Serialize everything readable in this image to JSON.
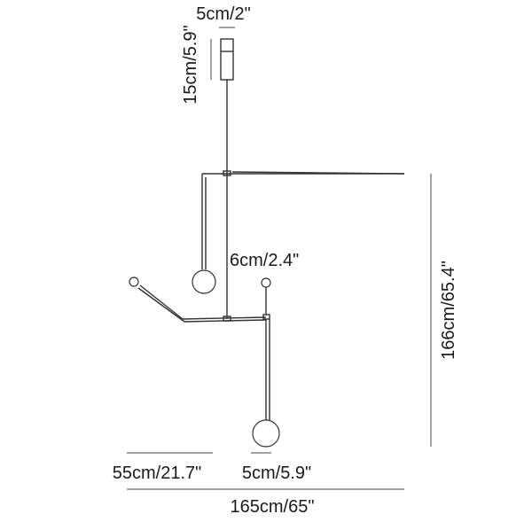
{
  "dimensions": {
    "canopy_width": "5cm/2\"",
    "canopy_height": "15cm/5.9\"",
    "stem_gap": "6cm/2.4\"",
    "total_height": "166cm/65.4\"",
    "left_arm": "55cm/21.7\"",
    "globe_offset": "5cm/5.9\"",
    "total_width": "165cm/65\""
  },
  "colors": {
    "line": "#333333",
    "text": "#1a1a1a",
    "background": "#ffffff"
  }
}
